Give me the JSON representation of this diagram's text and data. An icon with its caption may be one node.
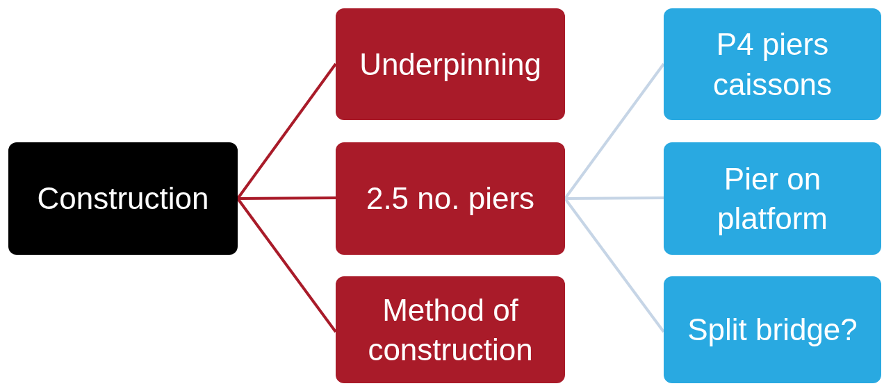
{
  "diagram": {
    "nodes": [
      {
        "text": [
          "Construction"
        ]
      },
      {
        "text": [
          "Underpinning"
        ]
      },
      {
        "text": [
          "2.5 no. piers"
        ]
      },
      {
        "text": [
          "Method of construction"
        ]
      },
      {
        "text": [
          "P4 piers caissons"
        ]
      },
      {
        "text": [
          "Pier on platform"
        ]
      },
      {
        "text": [
          "Split bridge?"
        ]
      }
    ],
    "edges": [
      {
        "from": 0,
        "to": 1,
        "arrow": "none",
        "color": "#a91b29"
      },
      {
        "from": 0,
        "to": 2,
        "arrow": "none",
        "color": "#a91b29"
      },
      {
        "from": 0,
        "to": 3,
        "arrow": "none",
        "color": "#a91b29"
      },
      {
        "from": 2,
        "to": 4,
        "arrow": "none",
        "color": "#c6d5e6"
      },
      {
        "from": 2,
        "to": 5,
        "arrow": "none",
        "color": "#c6d5e6"
      },
      {
        "from": 2,
        "to": 6,
        "arrow": "none",
        "color": "#c6d5e6"
      }
    ]
  }
}
